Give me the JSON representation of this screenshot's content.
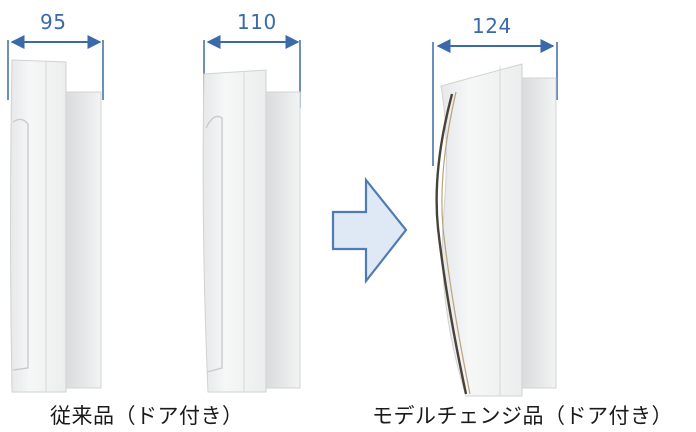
{
  "dimensions": {
    "left_width": "95",
    "middle_width": "110",
    "right_width": "124"
  },
  "captions": {
    "previous": "従来品（ドア付き）",
    "new_model": "モデルチェンジ品（ドア付き）"
  },
  "colors": {
    "dimension_line": "#3a6aa8",
    "arrow_fill": "#dfe9f5",
    "arrow_stroke": "#4f7bb5",
    "product_body": "#f1f2f2",
    "product_shadow": "#d7d9da"
  }
}
